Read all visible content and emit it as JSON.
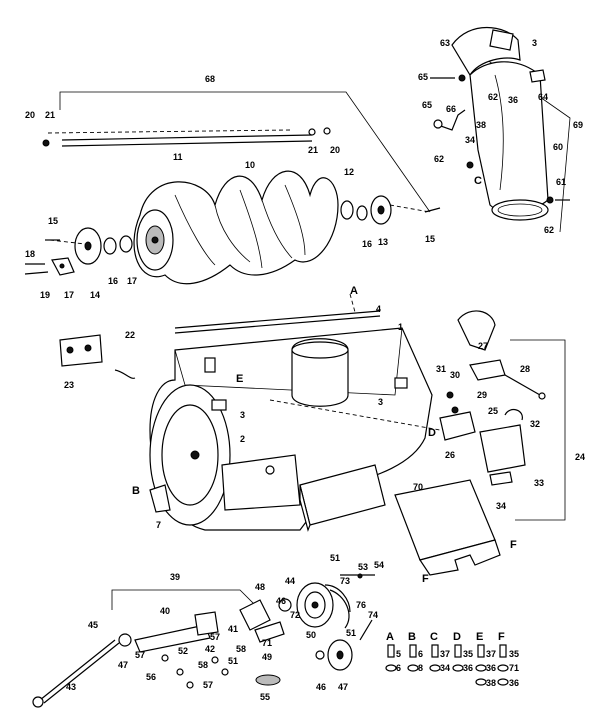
{
  "labels": {
    "c68": "68",
    "c20a": "20",
    "c21a": "21",
    "c11": "11",
    "c21b": "21",
    "c20b": "20",
    "c10": "10",
    "c12": "12",
    "c15a": "15",
    "c16a": "16",
    "c13": "13",
    "c15b": "15",
    "c18": "18",
    "c19": "19",
    "c17": "17",
    "c14": "14",
    "c16b": "16",
    "c17b": "17",
    "c63": "63",
    "c3a": "3",
    "c65": "65",
    "c62a": "62",
    "c36a": "36",
    "c64": "64",
    "c69": "69",
    "c65b": "65",
    "c66": "66",
    "c62b": "62",
    "c34a": "34",
    "c38": "38",
    "c60": "60",
    "c61": "61",
    "c62c": "62",
    "c4": "4",
    "c1": "1",
    "c22": "22",
    "c23": "23",
    "c27": "27",
    "c28": "28",
    "c31": "31",
    "c30": "30",
    "c29": "29",
    "c3b": "3",
    "c3c": "3",
    "c2": "2",
    "c25": "25",
    "c32": "32",
    "c26": "26",
    "c24": "24",
    "c33": "33",
    "c34b": "34",
    "c7": "7",
    "c70": "70",
    "c39": "39",
    "c40": "40",
    "c45": "45",
    "c43": "43",
    "c47a": "47",
    "c57a": "57",
    "c52": "52",
    "c58a": "58",
    "c56": "56",
    "c57b": "57",
    "c41": "41",
    "c42": "42",
    "c57c": "57",
    "c58b": "58",
    "c51a": "51",
    "c55": "55",
    "c48": "48",
    "c44": "44",
    "c46": "46",
    "c71": "71",
    "c49": "49",
    "c50": "50",
    "c51b": "51",
    "c72": "72",
    "c53": "53",
    "c54": "54",
    "c73": "73",
    "c76": "76",
    "c51c": "51",
    "c74": "74",
    "c46b": "46",
    "c47b": "47",
    "hw5": "5",
    "hw6a": "6",
    "hw6b": "6",
    "hw37a": "37",
    "hw8": "8",
    "hw34": "34",
    "hw35a": "35",
    "hw36a": "36",
    "hw37b": "37",
    "hw36b": "36",
    "hw35b": "35",
    "hw71": "71",
    "hw38": "38",
    "hw36c": "36"
  },
  "letters": {
    "A1": "A",
    "B1": "B",
    "C1": "C",
    "D1": "D",
    "E1": "E",
    "F1": "F",
    "F2": "F",
    "hA": "A",
    "hB": "B",
    "hC": "C",
    "hD": "D",
    "hE": "E",
    "hF": "F"
  }
}
